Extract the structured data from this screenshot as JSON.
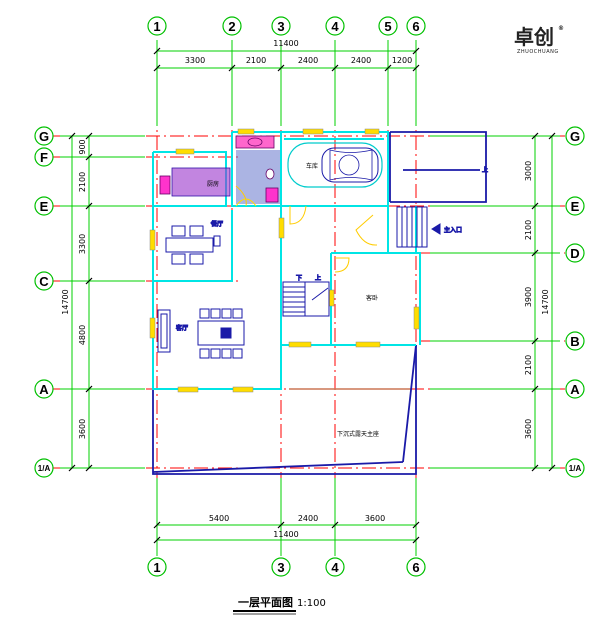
{
  "logo": {
    "text": "卓创",
    "sub": "ZHUOCHUANG",
    "mark": "®"
  },
  "title": {
    "text": "一层平面图",
    "scale": "1:100"
  },
  "colors": {
    "axis": "#00d000",
    "grid": "#ff0000",
    "wall": "#00e5e5",
    "outline": "#1a1aa8",
    "window": "#ffdd00",
    "bubble": "#00c000"
  },
  "axes": {
    "top": [
      "1",
      "2",
      "3",
      "4",
      "5",
      "6"
    ],
    "bottom": [
      "1",
      "3",
      "4",
      "6"
    ],
    "left": [
      "G",
      "F",
      "E",
      "C",
      "A",
      "1/A"
    ],
    "right": [
      "G",
      "E",
      "D",
      "B",
      "A",
      "1/A"
    ]
  },
  "dims": {
    "top_total": "11400",
    "top_segments": [
      "3300",
      "2100",
      "2400",
      "2400",
      "1200"
    ],
    "bottom_total": "11400",
    "bottom_segments": [
      "5400",
      "2400",
      "3600"
    ],
    "left_total": "14700",
    "left_segments": [
      "900",
      "2100",
      "3300",
      "4800",
      "3600"
    ],
    "right_total": "14700",
    "right_segments": [
      "3000",
      "2100",
      "3900",
      "2100",
      "3600"
    ]
  },
  "rooms": {
    "garage": "车库",
    "kitchen": "厨房",
    "dining": "餐厅",
    "living": "客厅",
    "bedroom": "客卧",
    "up_main": "上",
    "entrance": "主入口",
    "stair_down": "下",
    "stair_up": "上",
    "terrace": "下沉式露天主座"
  }
}
